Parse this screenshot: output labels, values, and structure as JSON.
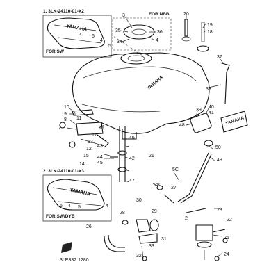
{
  "inset_top": {
    "header": "1. 3LK-24110-01-X2",
    "note": "FOR SW",
    "brand": "YAMAHA",
    "callouts": [
      "4",
      "6",
      "4",
      "5"
    ]
  },
  "inset_bottom": {
    "header": "2. 3LK-24110-01-X3",
    "note": "FOR SW/DYB",
    "brand": "YAMAHA",
    "callouts": [
      "6",
      "4",
      "5",
      "4"
    ]
  },
  "main": {
    "note_nbb": "FOR NBB",
    "tank_brand": "YAMAHA",
    "side_brand": "YAMAHA",
    "footer_code": "3LE332 1280",
    "labels": [
      "3",
      "20",
      "19",
      "18",
      "35",
      "36",
      "34",
      "4",
      "37",
      "38",
      "10",
      "9",
      "8",
      "7",
      "11",
      "16",
      "39",
      "40",
      "41",
      "48",
      "17",
      "13",
      "12",
      "15",
      "14",
      "43",
      "44",
      "45",
      "46",
      "42",
      "50",
      "49",
      "21",
      "47",
      "5C",
      "28",
      "27",
      "1",
      "22",
      "23",
      "29",
      "30",
      "31",
      "32",
      "33",
      "28",
      "24",
      "25",
      "26",
      "2"
    ]
  }
}
